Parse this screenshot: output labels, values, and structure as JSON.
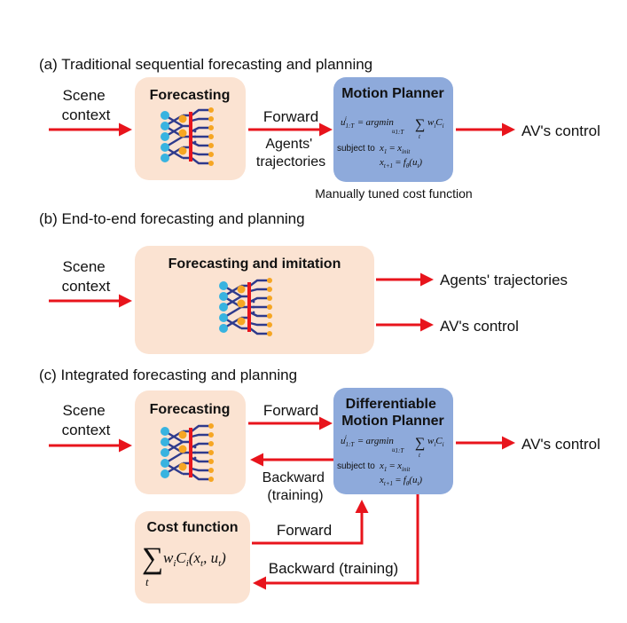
{
  "colors": {
    "arrow": "#e8141c",
    "forecast_box": "#fbe3d2",
    "planner_box": "#8eaadb",
    "nn_line": "#2e3a8c",
    "nn_node_blue": "#38b3e0",
    "nn_node_orange": "#f6a623",
    "nn_bar": "#e8141c"
  },
  "icons": {
    "network": "neural-network-icon"
  },
  "section_a": {
    "title": "(a) Traditional sequential forecasting and planning",
    "scene_line1": "Scene",
    "scene_line2": "context",
    "forecasting": "Forecasting",
    "forward": "Forward",
    "agents_line1": "Agents'",
    "agents_line2": "trajectories",
    "planner_title": "Motion Planner",
    "formula_lhs": "u",
    "formula_rhs": "= argmin",
    "formula_sum": "w",
    "subject_to": "subject to",
    "constraint1": "x₁ = x",
    "constraint2": "x",
    "caption": "Manually tuned cost function",
    "output": "AV's control"
  },
  "section_b": {
    "title": "(b) End-to-end forecasting and planning",
    "scene_line1": "Scene",
    "scene_line2": "context",
    "box_title": "Forecasting and imitation",
    "output1": "Agents' trajectories",
    "output2": "AV's control"
  },
  "section_c": {
    "title": "(c) Integrated forecasting and planning",
    "scene_line1": "Scene",
    "scene_line2": "context",
    "forecasting": "Forecasting",
    "forward_top": "Forward",
    "backward_line1": "Backward",
    "backward_line2": "(training)",
    "planner_line1": "Differentiable",
    "planner_line2": "Motion Planner",
    "output": "AV's control",
    "cost_title": "Cost function",
    "forward_bottom": "Forward",
    "backward_bottom": "Backward (training)"
  }
}
